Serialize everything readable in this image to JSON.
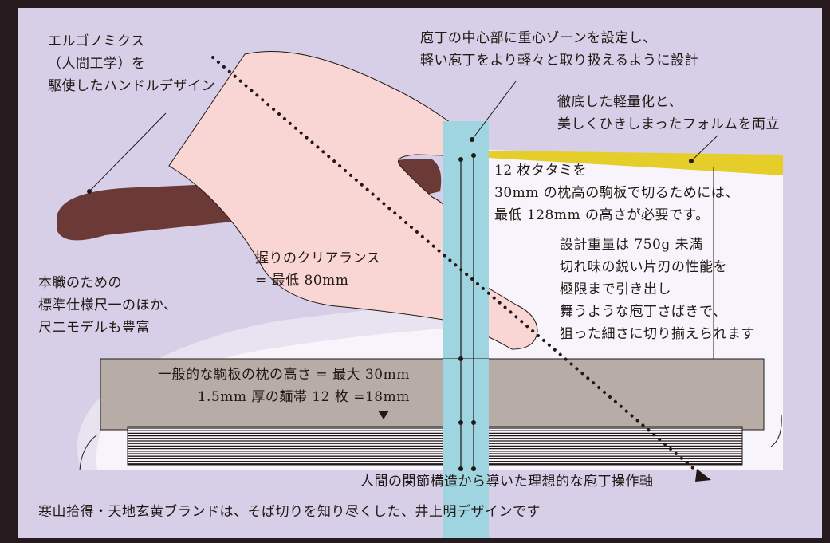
{
  "labels": {
    "ergonomics": [
      "エルゴノミクス",
      "（人間工学）を",
      "駆使したハンドルデザイン"
    ],
    "center_of_gravity": [
      "庖丁の中心部に重心ゾーンを設定し、",
      "軽い庖丁をより軽々と取り扱えるように設計"
    ],
    "lightweight": [
      "徹底した軽量化と、",
      "美しくひきしまったフォルムを両立"
    ],
    "height_requirement": [
      "12 枚タタミを",
      "30mm の枕高の駒板で切るためには、",
      "最低 128mm の高さが必要です。"
    ],
    "weight_spec": [
      "設計重量は 750g 未満",
      "切れ味の鋭い片刃の性能を",
      "極限まで引き出し",
      "舞うような庖丁さばきで、",
      "狙った細さに切り揃えられます"
    ],
    "grip_clearance": [
      "握りのクリアランス",
      "= 最低 80mm"
    ],
    "variants": [
      "本職のための",
      "標準仕様尺一のほか、",
      "尺二モデルも豊富"
    ],
    "board_height": [
      "一般的な駒板の枕の高さ = 最大 30mm",
      "1.5mm 厚の麺帯 12 枚 =18mm"
    ],
    "axis": "人間の関節構造から導いた理想的な庖丁操作軸",
    "footer": "寒山拾得・天地玄黄ブランドは、そば切りを知り尽くした、井上明デザインです"
  },
  "colors": {
    "frame": "#261a1e",
    "background": "#d6cfe7",
    "blade": "#f7f5fb",
    "blade_shadow": "#e7e3f1",
    "handle": "#6b3a36",
    "hand": "#f9d6d4",
    "board": "#b7aca6",
    "noodle_stripe": "#231815",
    "cyan_band": "#9fd5e1",
    "accent_yellow": "#e5cd2a",
    "line": "#231815"
  }
}
